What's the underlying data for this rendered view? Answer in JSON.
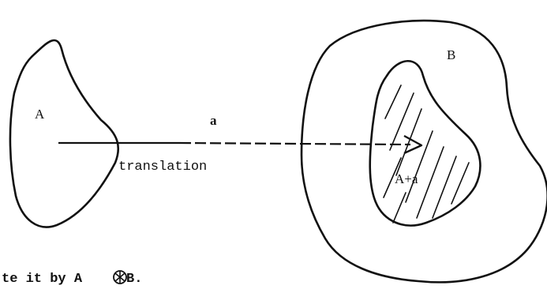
{
  "labels": {
    "set_a": "A",
    "set_b": "B",
    "vector": "a",
    "caption": "translation",
    "translated_set": "A+a",
    "bottom_text": "te it by  A ",
    "bottom_text_end": " B."
  },
  "icons": {
    "operator": "circled-asterisk-icon"
  }
}
